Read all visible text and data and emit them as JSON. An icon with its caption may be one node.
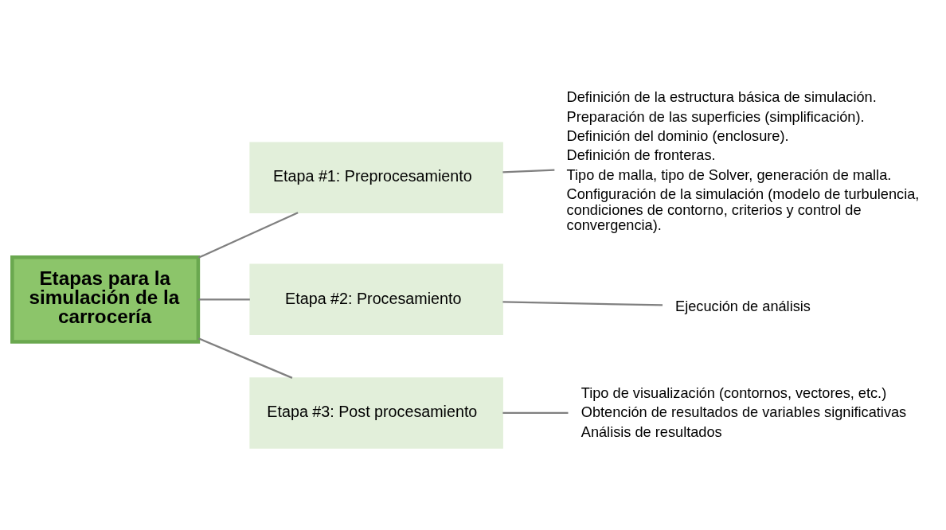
{
  "diagram": {
    "nodes": [
      {
        "text": [
          "Etapas para la simulación de la carrocería"
        ]
      },
      {
        "text": [
          "Etapa #1: Preprocesamiento"
        ]
      },
      {
        "text": [
          "Definición de la estructura básica de simulación.",
          "Preparación de las superficies (simplificación).",
          "Definición del dominio (enclosure).",
          "Definición de fronteras.",
          "Tipo de malla, tipo de Solver, generación de malla.",
          "Configuración de la simulación (modelo de turbulencia, condiciones de contorno, criterios y control de convergencia)."
        ]
      },
      {
        "text": [
          "Etapa #2: Procesamiento"
        ]
      },
      {
        "text": [
          "Ejecución de análisis"
        ]
      },
      {
        "text": [
          "Etapa #3: Post procesamiento"
        ]
      },
      {
        "text": [
          "Tipo de visualización (contornos, vectores, etc.)",
          "Obtención de resultados de variables significativas",
          "Análisis de resultados"
        ]
      }
    ],
    "edges": [
      {
        "from": 0,
        "to": 1,
        "arrow": "none"
      },
      {
        "from": 0,
        "to": 3,
        "arrow": "none"
      },
      {
        "from": 0,
        "to": 5,
        "arrow": "none"
      },
      {
        "from": 1,
        "to": 2,
        "arrow": "none"
      },
      {
        "from": 3,
        "to": 4,
        "arrow": "none"
      },
      {
        "from": 5,
        "to": 6,
        "arrow": "none"
      }
    ]
  }
}
